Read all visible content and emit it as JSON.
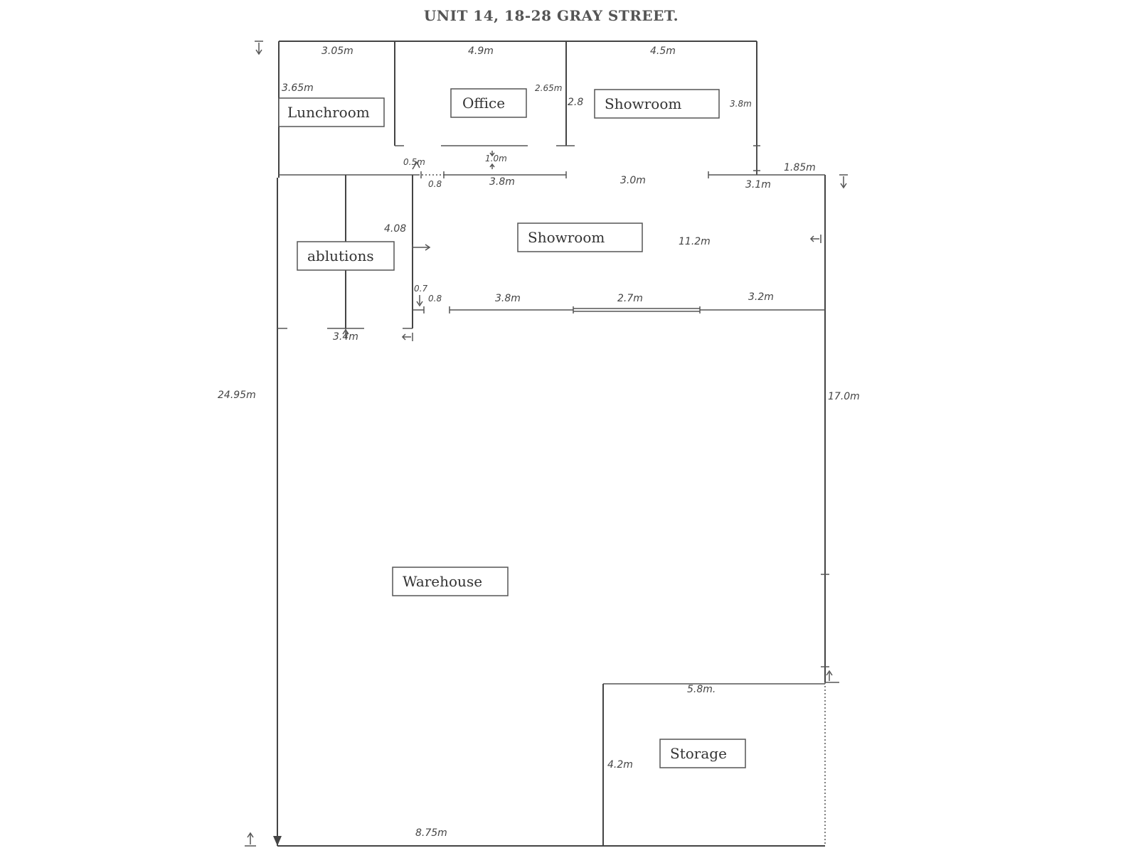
{
  "title": "UNIT 14, 18-28 GRAY STREET.",
  "rooms": {
    "lunchroom": "Lunchroom",
    "office": "Office",
    "showroom_top": "Showroom",
    "showroom_main": "Showroom",
    "ablutions": "ablutions",
    "warehouse": "Warehouse",
    "storage": "Storage"
  },
  "dimensions": {
    "lunch_width": "3.05m",
    "office_width": "4.9m",
    "showroom_top_width": "4.5m",
    "lunch_depth": "3.65m",
    "office_depth": "2.65m",
    "office_wall": "2.8",
    "showroom_top_depth": "3.8m",
    "door_0_5": "0.5m",
    "door_1_0": "1.0m",
    "seg_0_8_a": "0.8",
    "seg_3_8_a": "3.8m",
    "seg_3_0": "3.0m",
    "seg_3_1": "3.1m",
    "seg_1_85": "1.85m",
    "ablutions_depth": "4.08",
    "showroom_main_depth": "11.2m",
    "seg_0_7": "0.7",
    "seg_0_8_b": "0.8",
    "seg_3_8_b": "3.8m",
    "seg_2_7": "2.7m",
    "seg_3_2": "3.2m",
    "ablutions_width": "3.4m",
    "total_depth": "24.95m",
    "warehouse_depth": "17.0m",
    "storage_width": "5.8m.",
    "storage_depth": "4.2m",
    "total_width": "8.75m"
  }
}
